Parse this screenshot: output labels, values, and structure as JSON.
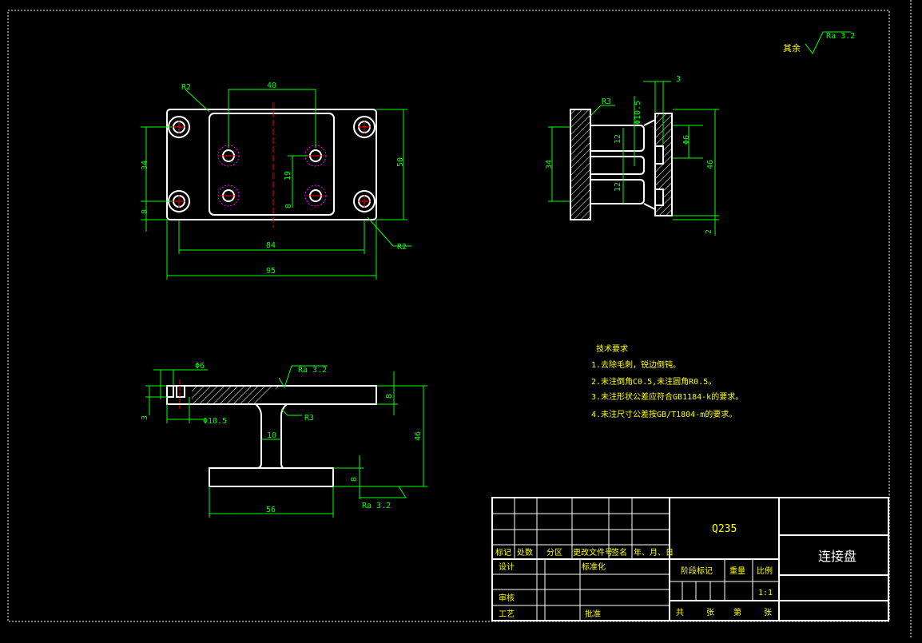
{
  "colors": {
    "background": "#000000",
    "outline": "#ffffff",
    "dimension": "#00ff00",
    "center": "#ff0000",
    "hidden": "#ff00ff",
    "frame": "#ffffff"
  },
  "roughness": {
    "rest_prefix": "其余",
    "rest_value": "Ra 3.2",
    "top_face": "Ra 3.2",
    "bottom_face": "Ra 3.2"
  },
  "top_view": {
    "dims": {
      "hole_spacing": "40",
      "corner_radius_tl": "R2",
      "corner_radius_br": "R2",
      "height_left": "34",
      "height_right": "50",
      "offset_bottom": "8",
      "inner_height": "19",
      "inner_offset": "8",
      "hole_span": "84",
      "overall_width": "95"
    }
  },
  "side_view": {
    "dims": {
      "radius": "R3",
      "flange_thickness": "3",
      "small_hole": "Φ10.5",
      "bolt_hole": "Φ6",
      "pitch_upper": "12",
      "pitch_lower": "12",
      "height_left": "34",
      "height_right": "46",
      "bottom_offset": "2"
    }
  },
  "front_view": {
    "dims": {
      "hole_dia": "Φ6",
      "step_height": "3",
      "counterbore": "Φ10.5",
      "fillet": "R3",
      "web_width": "10",
      "plate_thickness_top": "8",
      "overall_height": "46",
      "plate_thickness_bottom": "8",
      "base_width": "56"
    }
  },
  "tech_notes": {
    "title": "技术要求",
    "items": [
      "1.去除毛刺，锐边倒钝。",
      "2.未注倒角C0.5,未注圆角R0.5。",
      "3.未注形状公差应符合GB1184-k的要求。",
      "4.未注尺寸公差按GB/T1804-m的要求。"
    ]
  },
  "title_block": {
    "material": "Q235",
    "part_name": "连接盘",
    "rev_headers": [
      "标记",
      "处数",
      "分区",
      "更改文件号",
      "签名",
      "年、月、日"
    ],
    "design": "设计",
    "standardize": "标准化",
    "review": "审核",
    "process": "工艺",
    "approve": "批准",
    "stage_mark": "阶段标记",
    "weight": "重量",
    "scale": "比例",
    "scale_value": "1:1",
    "sheet_total": "共",
    "sheet_unit1": "张",
    "sheet_no": "第",
    "sheet_unit2": "张"
  }
}
